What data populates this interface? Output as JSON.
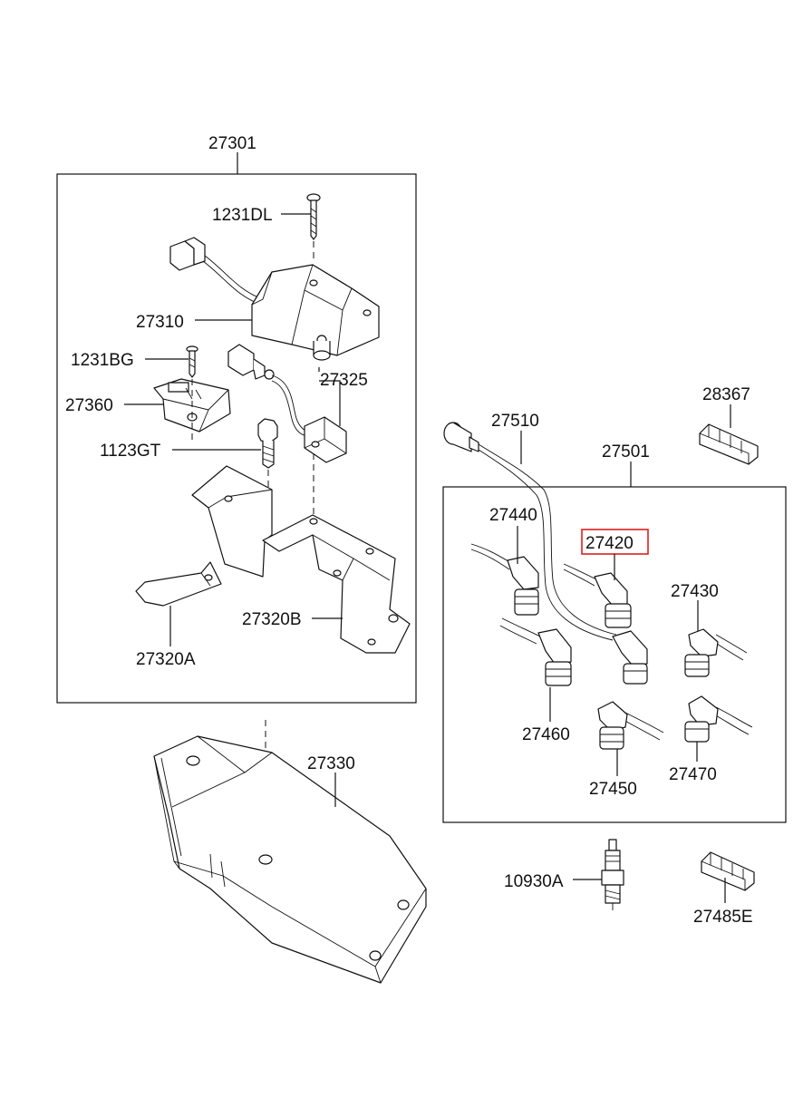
{
  "labels": {
    "p27301": "27301",
    "p1231DL": "1231DL",
    "p27310": "27310",
    "p1231BG": "1231BG",
    "p27325": "27325",
    "p27360": "27360",
    "p1123GT": "1123GT",
    "p27320B": "27320B",
    "p27320A": "27320A",
    "p27330": "27330",
    "p28367": "28367",
    "p27510": "27510",
    "p27501": "27501",
    "p27440": "27440",
    "p27420": "27420",
    "p27430": "27430",
    "p27460": "27460",
    "p27450": "27450",
    "p27470": "27470",
    "p10930A": "10930A",
    "p27485E": "27485E"
  },
  "highlighted_part": "27420",
  "highlight_color": "#e02020"
}
